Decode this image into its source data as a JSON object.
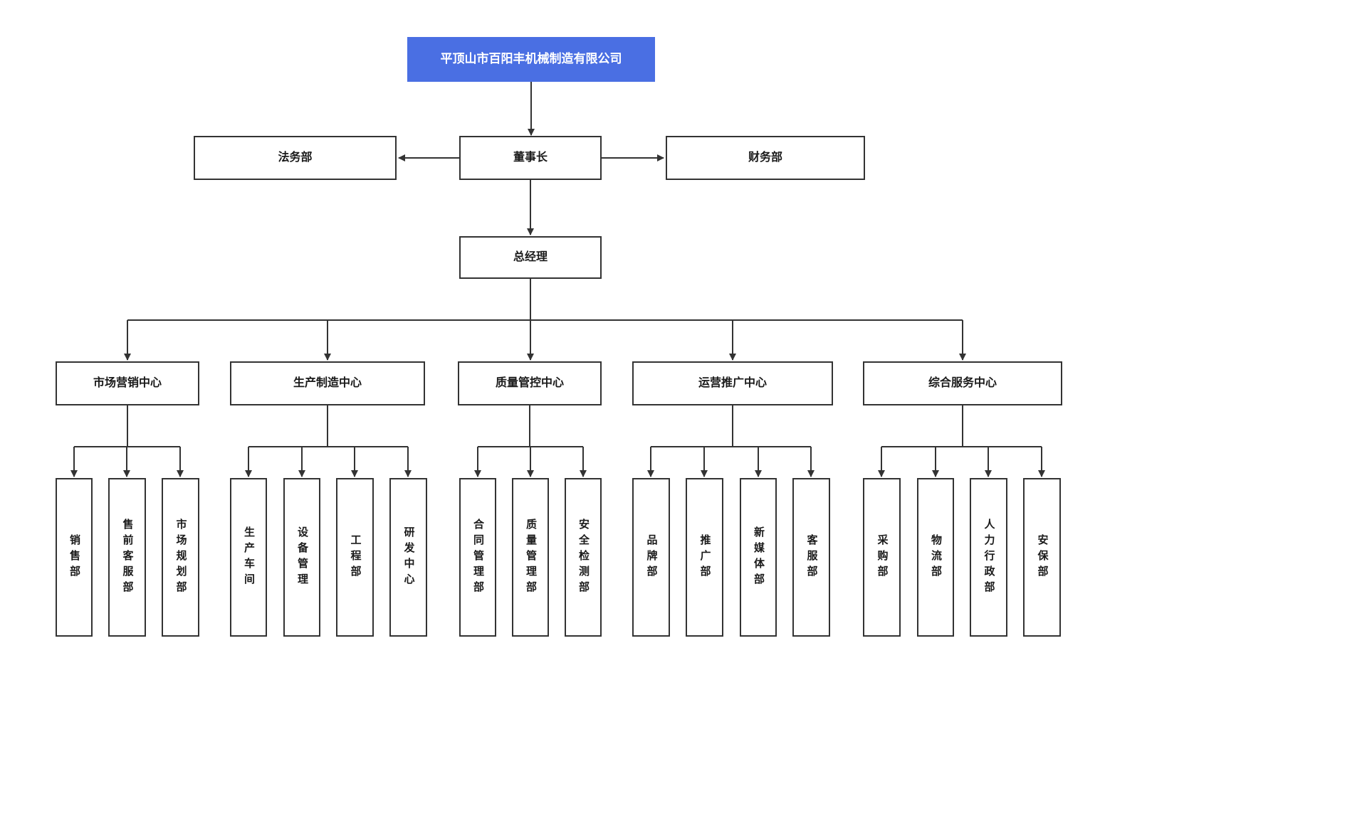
{
  "colors": {
    "page_bg": "#ffffff",
    "root_bg": "#4A6FE3",
    "root_text": "#ffffff",
    "box_border": "#333333",
    "line": "#333333",
    "text": "#1a1a1a"
  },
  "org": {
    "root": {
      "label": "平顶山市百阳丰机械制造有限公司"
    },
    "chairman": {
      "label": "董事长"
    },
    "legal": {
      "label": "法务部"
    },
    "finance": {
      "label": "财务部"
    },
    "general_manager": {
      "label": "总经理"
    },
    "centers": [
      {
        "label": "市场营销中心",
        "departments": [
          "销售部",
          "售前客服部",
          "市场规划部"
        ]
      },
      {
        "label": "生产制造中心",
        "departments": [
          "生产车间",
          "设备管理",
          "工程部",
          "研发中心"
        ]
      },
      {
        "label": "质量管控中心",
        "departments": [
          "合同管理部",
          "质量管理部",
          "安全检测部"
        ]
      },
      {
        "label": "运营推广中心",
        "departments": [
          "品牌部",
          "推广部",
          "新媒体部",
          "客服部"
        ]
      },
      {
        "label": "综合服务中心",
        "departments": [
          "采购部",
          "物流部",
          "人力行政部",
          "安保部"
        ]
      }
    ]
  }
}
